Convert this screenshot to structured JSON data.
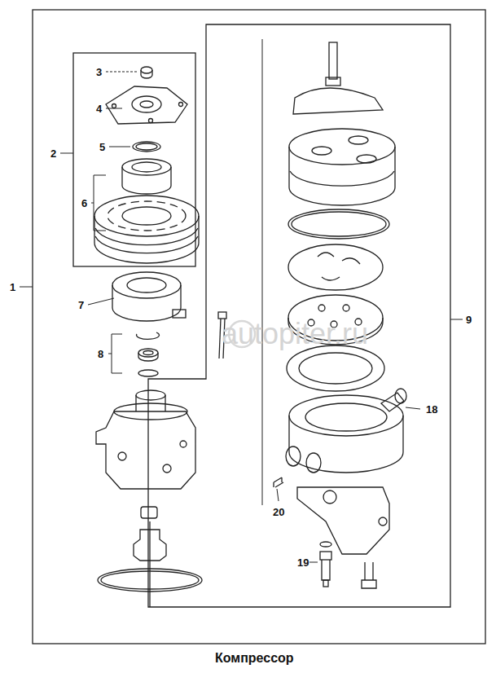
{
  "diagram": {
    "caption": "Компрессор",
    "labels": [
      "1",
      "2",
      "3",
      "4",
      "5",
      "6",
      "7",
      "8",
      "9",
      "18",
      "19",
      "20",
      "autopiter.ru"
    ]
  }
}
